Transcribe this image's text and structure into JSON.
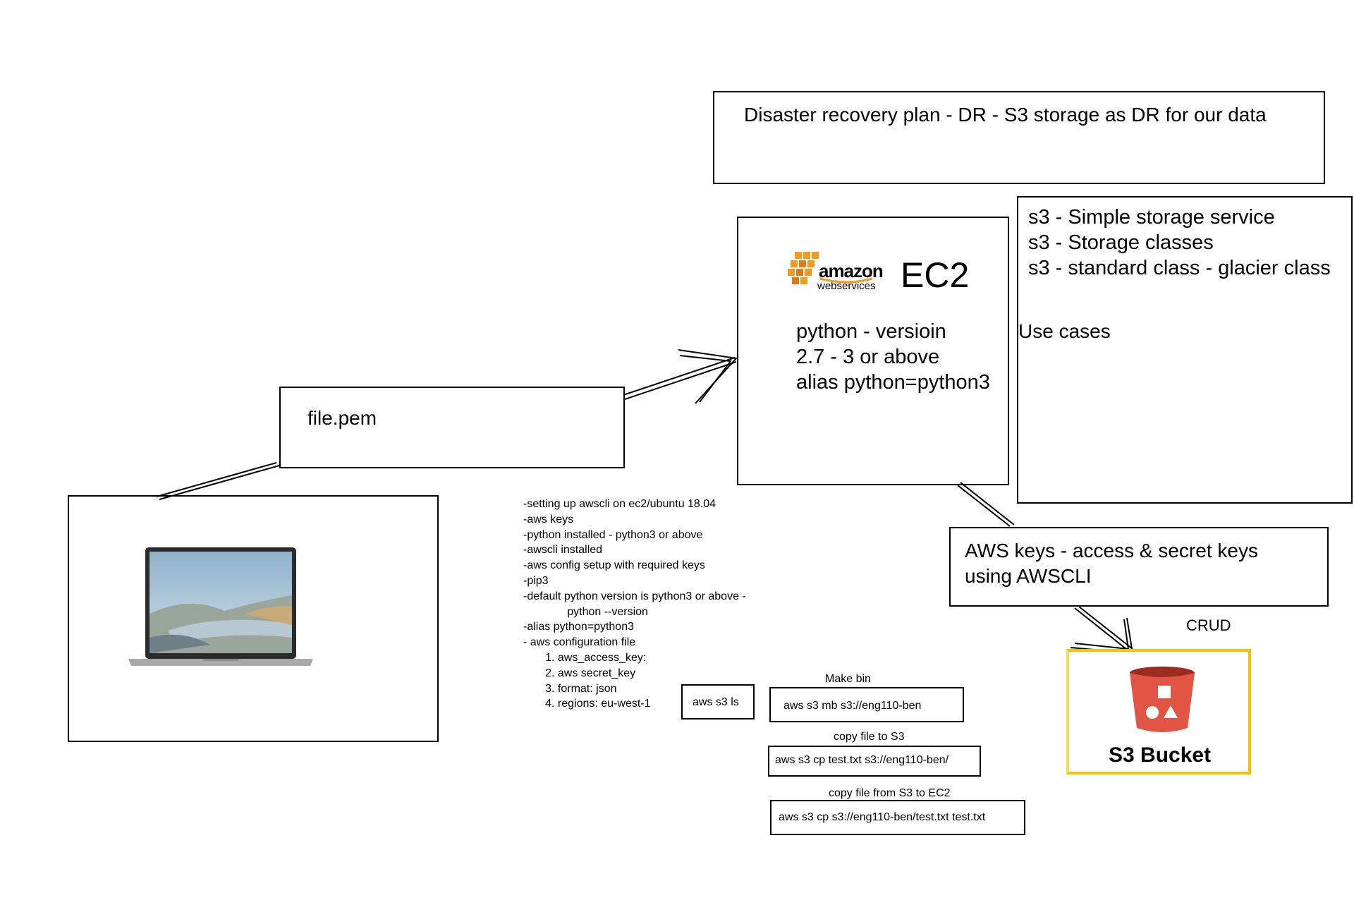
{
  "dr_title": "Disaster recovery plan - DR - S3 storage as DR for our data",
  "s3_info": {
    "lines": [
      "s3 - Simple storage service",
      "s3 - Storage classes",
      "s3 - standard class - glacier class"
    ],
    "use_cases": "Use cases"
  },
  "ec2": {
    "logo_word": "amazon",
    "logo_sub": "webservices",
    "title": "EC2",
    "notes": [
      "python - versioin",
      "2.7 - 3 or above",
      "alias python=python3"
    ]
  },
  "file_pem": "file.pem",
  "aws_keys": {
    "line1": "AWS keys - access & secret keys",
    "line2": "using AWSCLI"
  },
  "crud": "CRUD",
  "s3_bucket": "S3 Bucket",
  "setup_notes": [
    "-setting up awscli on ec2/ubuntu 18.04",
    "-aws keys",
    "-python installed - python3 or above",
    "-awscli installed",
    "-aws config setup with required keys",
    "-pip3",
    "-default python version is python3 or above -",
    "              python --version",
    "-alias python=python3",
    "- aws configuration file",
    "       1. aws_access_key:",
    "       2. aws secret_key",
    "       3. format: json",
    "       4. regions: eu-west-1"
  ],
  "commands": {
    "ls": "aws s3 ls",
    "make_bin_label": "Make bin",
    "make_bin_cmd": "aws s3 mb s3://eng110-ben",
    "copy_to_label": "copy file to S3",
    "copy_to_cmd": "aws s3 cp test.txt s3://eng110-ben/",
    "copy_from_label": "copy file from S3 to EC2",
    "copy_from_cmd": "aws s3 cp s3://eng110-ben/test.txt test.txt"
  },
  "colors": {
    "aws_orange": "#f7981d",
    "s3_red": "#e25444",
    "bucket_frame": "#f3c400"
  }
}
